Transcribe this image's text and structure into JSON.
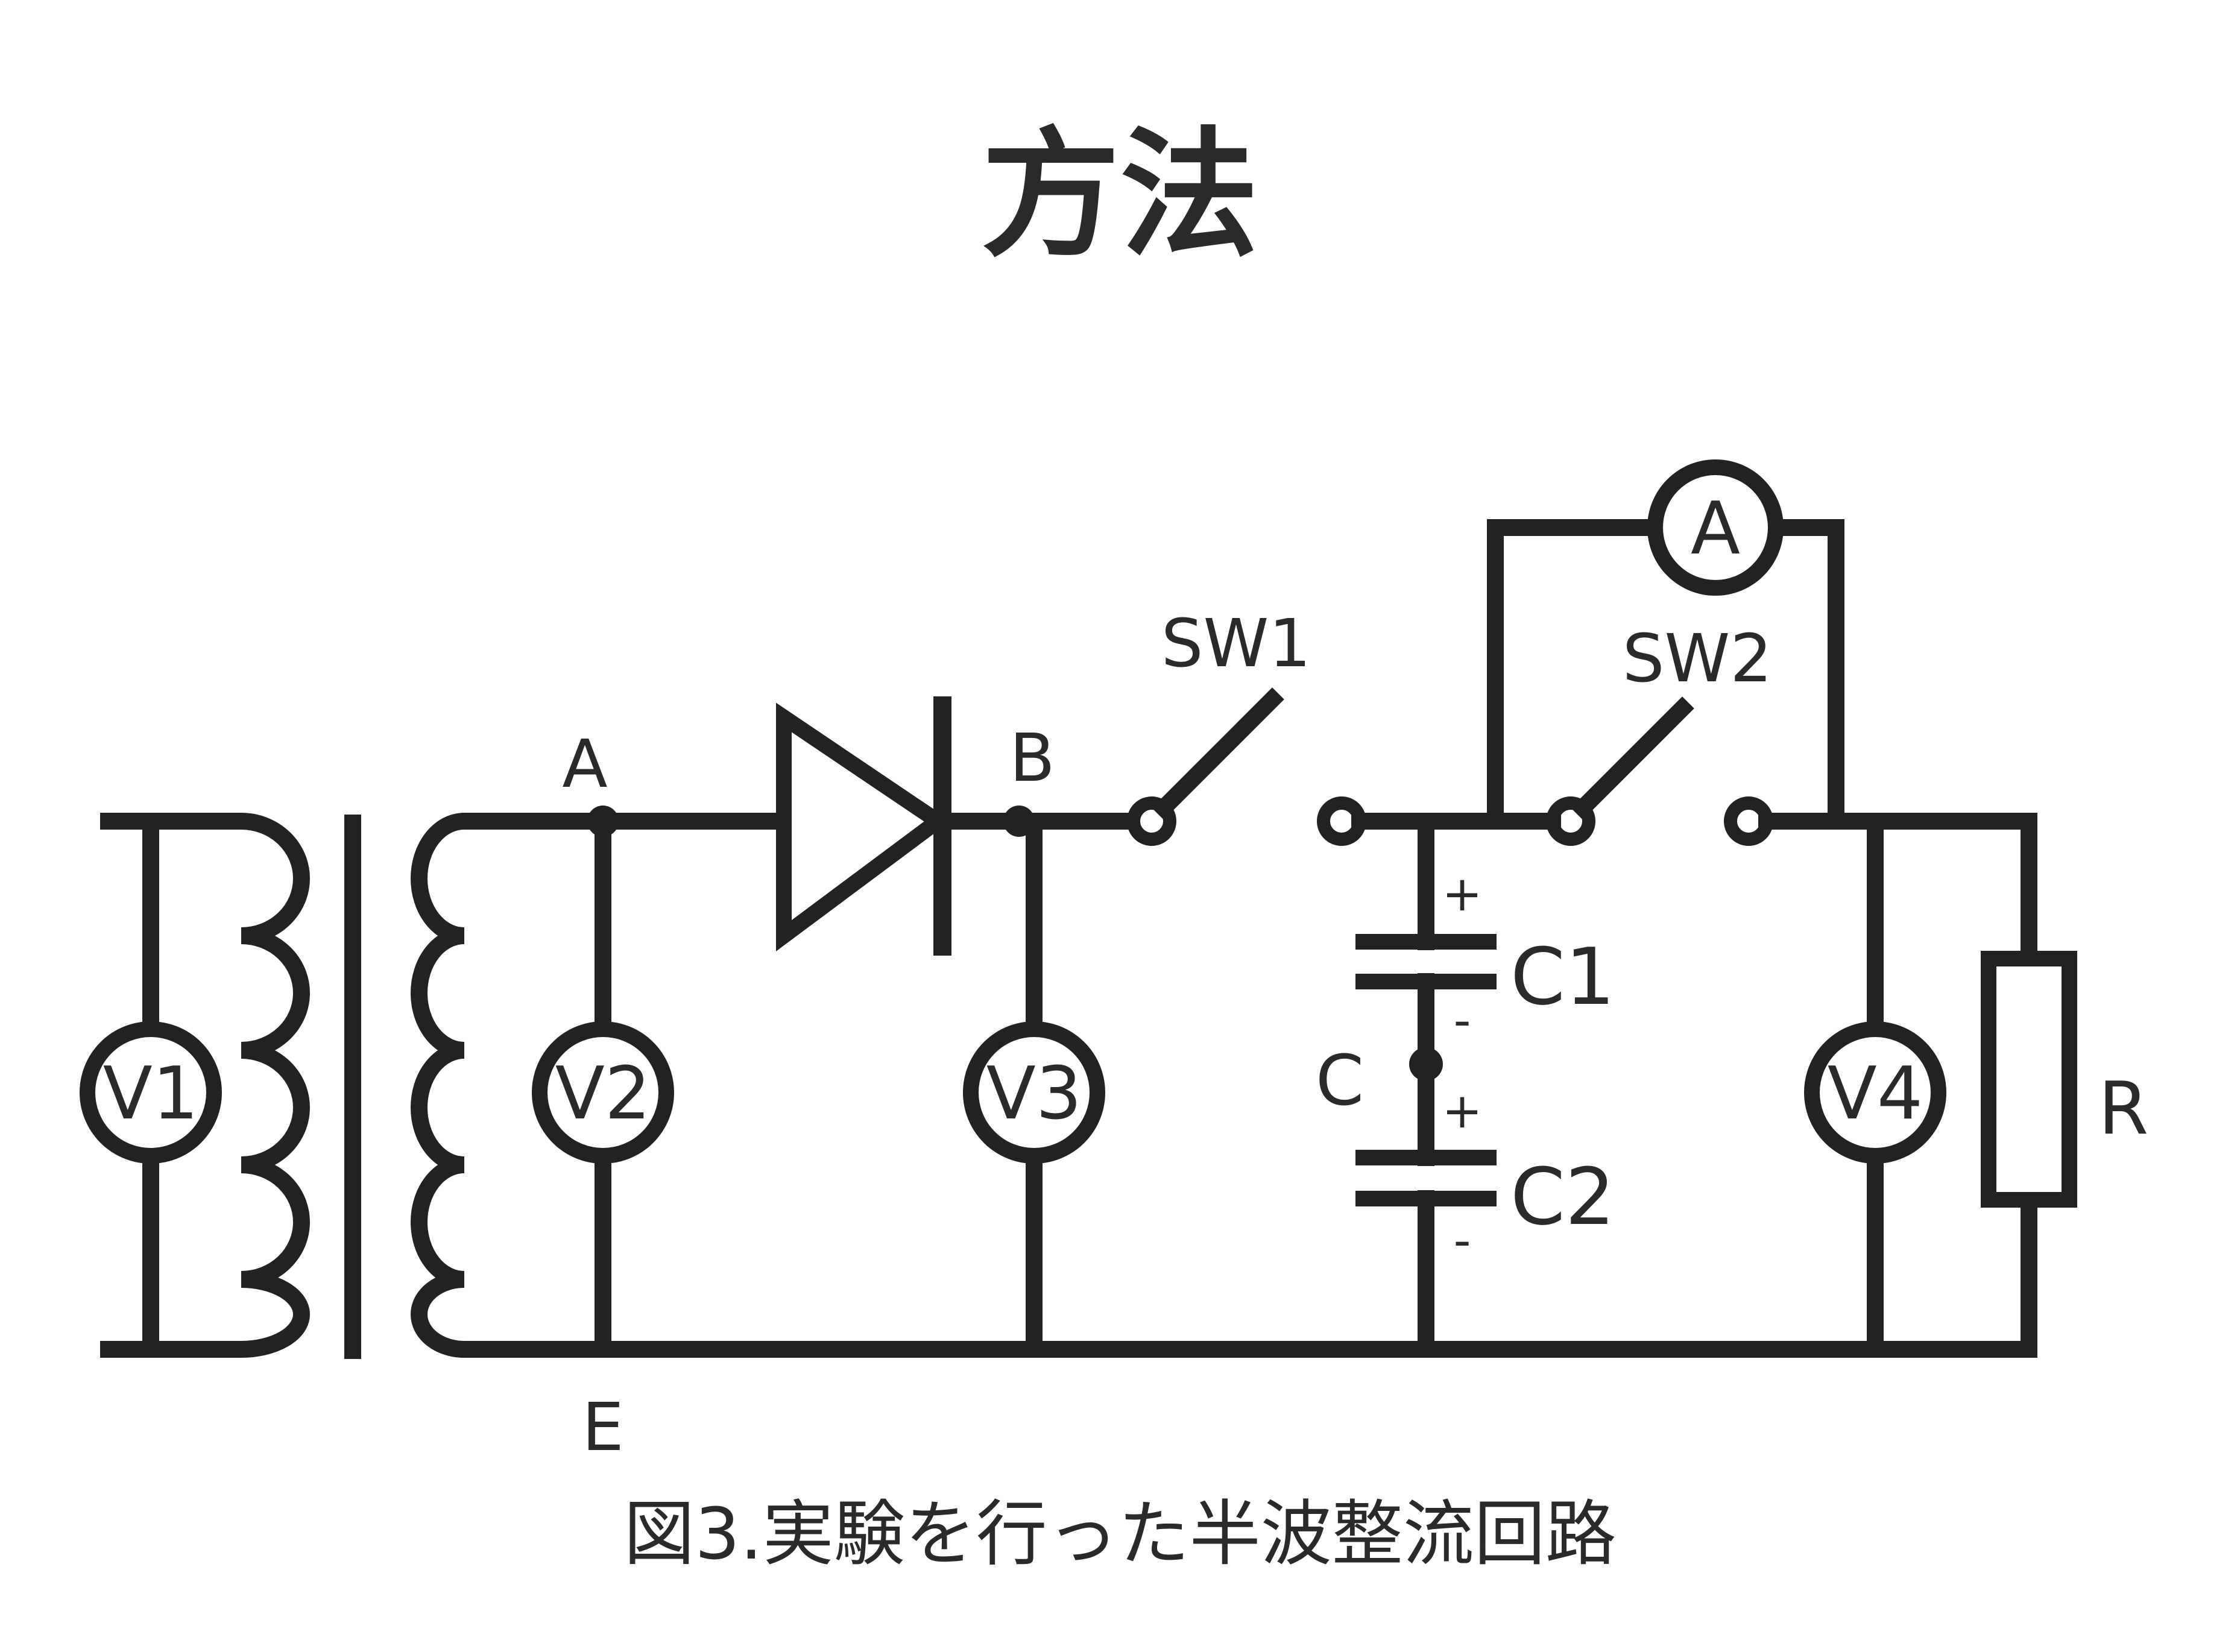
{
  "title": "方法",
  "caption": "図3.実験を行った半波整流回路",
  "labels": {
    "node_a": "A",
    "node_b": "B",
    "node_c": "C",
    "node_e": "E",
    "sw1": "SW1",
    "sw2": "SW2",
    "c1": "C1",
    "c2": "C2",
    "c1_plus": "+",
    "c1_minus": "-",
    "c2_plus": "+",
    "c2_minus": "-",
    "resistor": "R",
    "ammeter": "A",
    "v1": "V1",
    "v2": "V2",
    "v3": "V3",
    "v4": "V4"
  }
}
